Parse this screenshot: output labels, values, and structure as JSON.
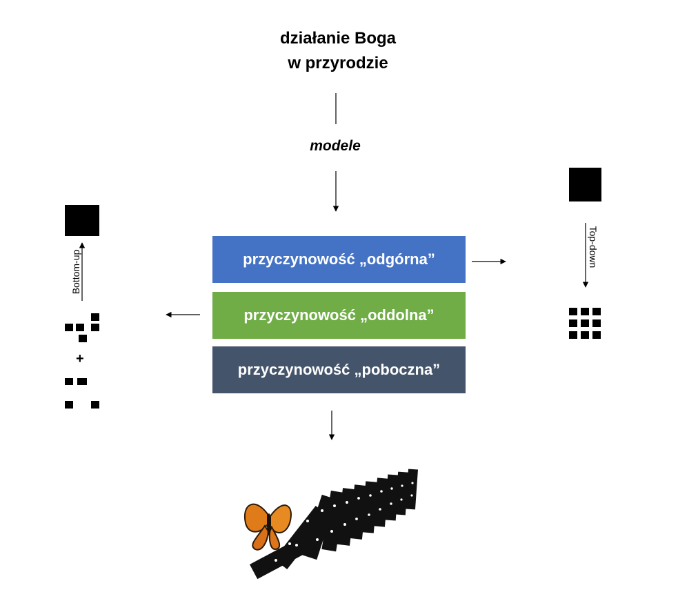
{
  "title": {
    "line1": "działanie Boga",
    "line2": "w przyrodzie"
  },
  "models_label": "modele",
  "boxes": {
    "top_down": "przyczynowość „odgórna”",
    "bottom_up": "przyczynowość „oddolna”",
    "side": "przyczynowość „poboczna”"
  },
  "left_panel": {
    "label": "Bottom-up",
    "plus": "+"
  },
  "right_panel": {
    "label": "Top-down"
  },
  "illustration": {
    "items": [
      "butterfly",
      "falling dominoes"
    ]
  },
  "colors": {
    "top_down_box": "#4472c4",
    "bottom_up_box": "#70ad47",
    "side_box": "#44546a"
  }
}
